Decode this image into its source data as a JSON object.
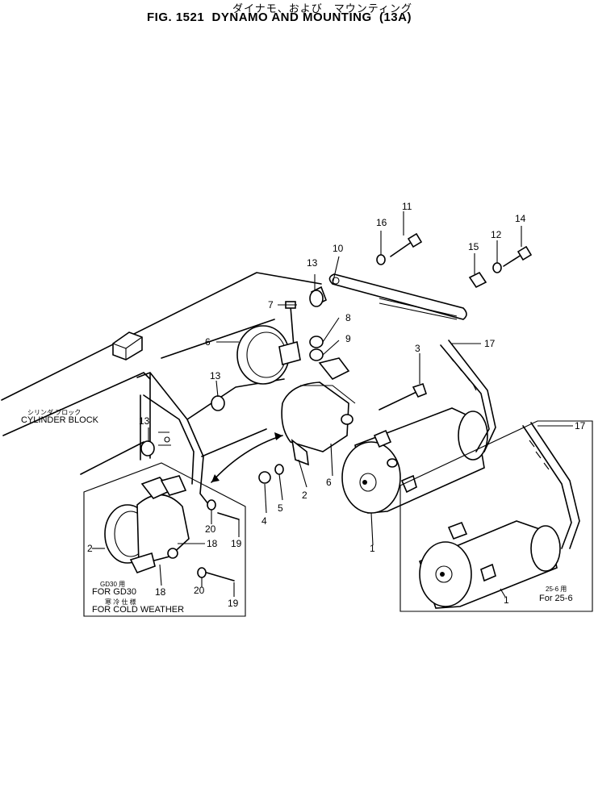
{
  "header": {
    "subtitle_jp": "ダイナモ、および　マウンティング",
    "title": "FIG. 1521  DYNAMO AND MOUNTING  (13A)"
  },
  "labels": {
    "cylinder_block_jp": "シリンダ ブロック",
    "cylinder_block": "CYLINDER BLOCK",
    "gd30_jp": "GD30 用",
    "for_gd30": "FOR GD30",
    "cold_weather_jp": "寒 冷 仕 様",
    "for_cold_weather": "FOR COLD WEATHER",
    "s25_jp": "25-6 用",
    "for_25_6": "For 25-6"
  },
  "callouts": {
    "c1a": "1",
    "c1b": "1",
    "c2a": "2",
    "c2b": "2",
    "c3": "3",
    "c4": "4",
    "c5": "5",
    "c6a": "6",
    "c6b": "6",
    "c7": "7",
    "c8": "8",
    "c9": "9",
    "c10": "10",
    "c11": "11",
    "c12": "12",
    "c13a": "13",
    "c13b": "13",
    "c13c": "13",
    "c14": "14",
    "c15": "15",
    "c16": "16",
    "c17a": "17",
    "c17b": "17",
    "c18a": "18",
    "c18b": "18",
    "c19a": "19",
    "c19b": "19",
    "c20a": "20",
    "c20b": "20"
  }
}
